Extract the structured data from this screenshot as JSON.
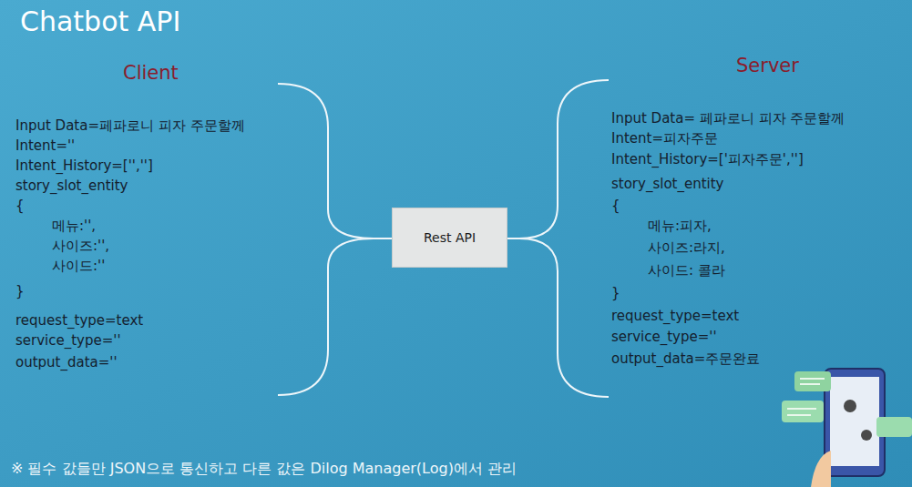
{
  "diagram": {
    "title": "Chatbot API",
    "nodes": [
      {
        "text": [
          "Rest API"
        ]
      }
    ],
    "labels": [
      "Client",
      "Input Data=페파로니 피자 주문할께",
      "Intent=''",
      "Intent_History=['','']",
      "story_slot_entity",
      "{",
      "메뉴:'',",
      "사이즈:'',",
      "사이드:''",
      "}",
      "request_type=text",
      "service_type=''",
      "output_data=''",
      "Server",
      "Input Data= 페파로니 피자 주문할께",
      "Intent=피자주문",
      "Intent_History=['피자주문','']",
      "story_slot_entity",
      "{",
      "메뉴:피자,",
      "사이즈:라지,",
      "사이드: 콜라",
      "}",
      "request_type=text",
      "service_type=''",
      "output_data=주문완료",
      "※ 필수 값들만 JSON으로 통신하고 다른 값은 Dilog Manager(Log)에서 관리"
    ]
  }
}
